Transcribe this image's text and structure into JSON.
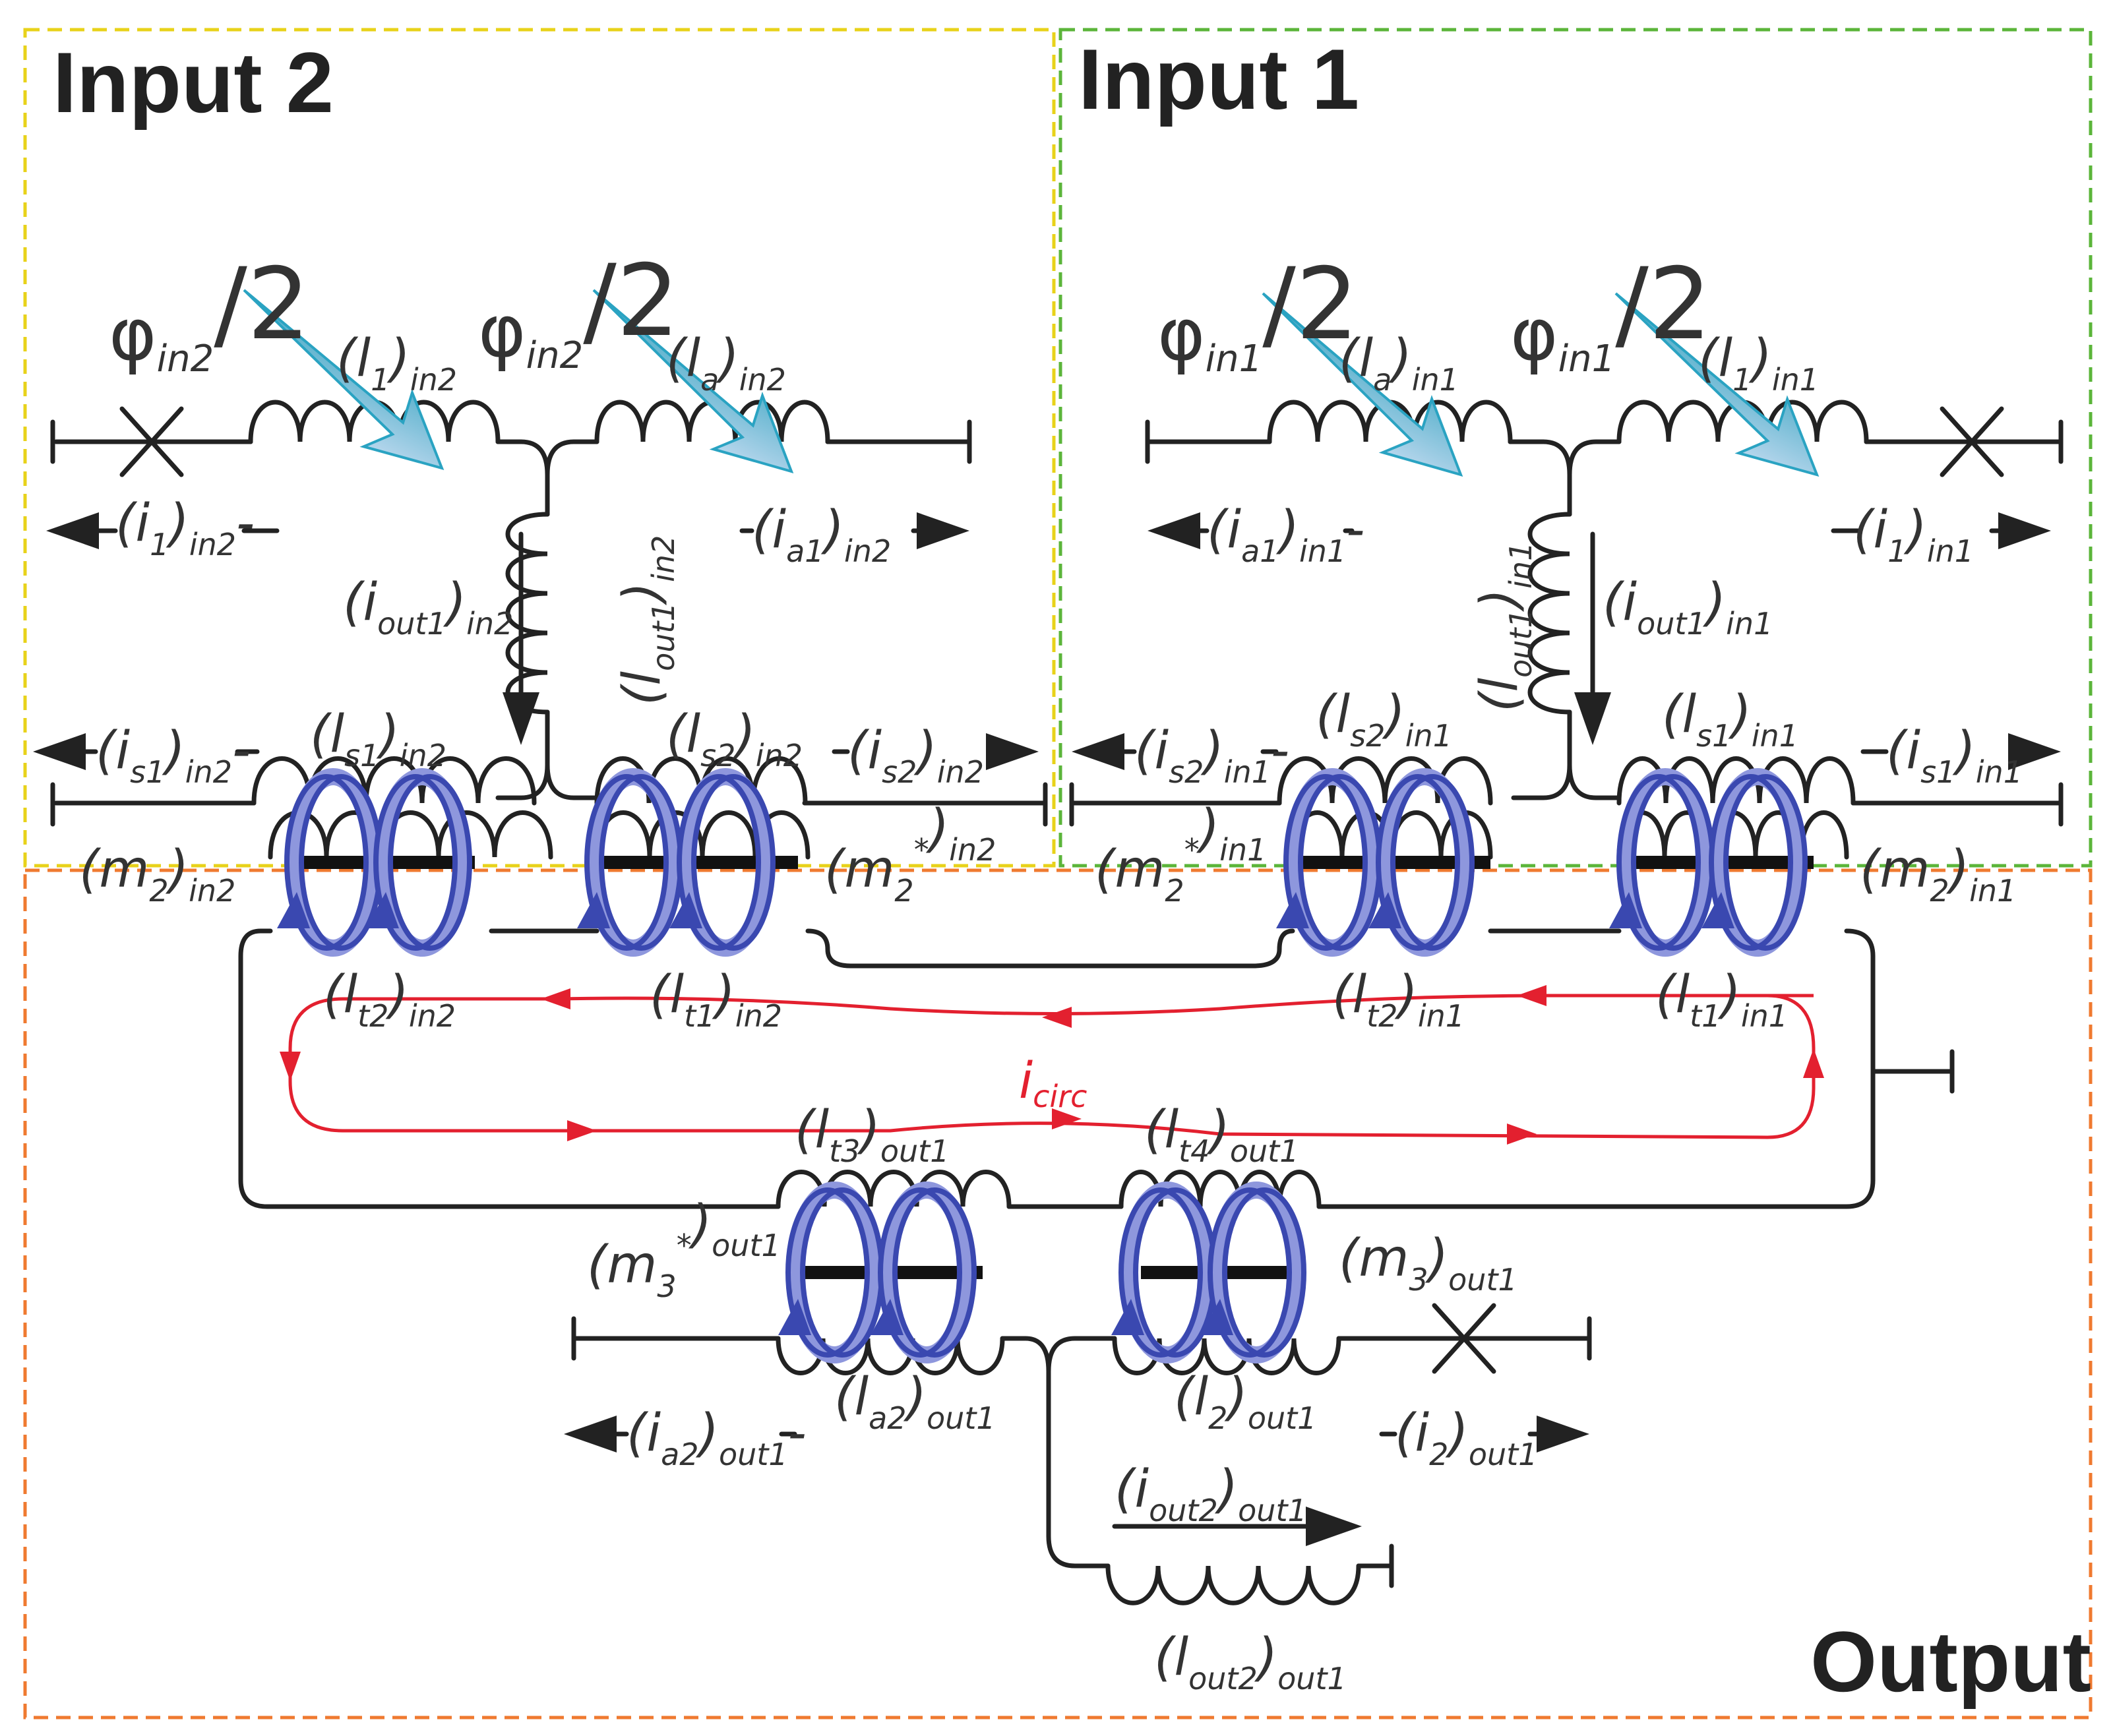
{
  "regions": {
    "input2": {
      "title": "Input 2",
      "color": "#e8d21a"
    },
    "input1": {
      "title": "Input 1",
      "color": "#5bb53a"
    },
    "output": {
      "title": "Output",
      "color": "#ef7a30"
    }
  },
  "phi_labels": {
    "in2_left": {
      "base": "φ",
      "sub": "in2",
      "tail": "/2"
    },
    "in2_right": {
      "base": "φ",
      "sub": "in2",
      "tail": "/2"
    },
    "in1_left": {
      "base": "φ",
      "sub": "in1",
      "tail": "/2"
    },
    "in1_right": {
      "base": "φ",
      "sub": "in1",
      "tail": "/2"
    }
  },
  "inductor_labels": {
    "l1_in2": {
      "inner": "(l",
      "isub": "1",
      "outer": ")",
      "osub": "in2"
    },
    "la_in2": {
      "inner": "(l",
      "isub": "a",
      "outer": ")",
      "osub": "in2"
    },
    "la_in1": {
      "inner": "(l",
      "isub": "a",
      "outer": ")",
      "osub": "in1"
    },
    "l1_in1": {
      "inner": "(l",
      "isub": "1",
      "outer": ")",
      "osub": "in1"
    },
    "lout1_in2": {
      "inner": "(l",
      "isub": "out1",
      "outer": ")",
      "osub": "in2"
    },
    "lout1_in1": {
      "inner": "(l",
      "isub": "out1",
      "outer": ")",
      "osub": "in1"
    },
    "ls1_in2": {
      "inner": "(l",
      "isub": "s1",
      "outer": ")",
      "osub": "in2"
    },
    "ls2_in2": {
      "inner": "(l",
      "isub": "s2",
      "outer": ")",
      "osub": "in2"
    },
    "ls2_in1": {
      "inner": "(l",
      "isub": "s2",
      "outer": ")",
      "osub": "in1"
    },
    "ls1_in1": {
      "inner": "(l",
      "isub": "s1",
      "outer": ")",
      "osub": "in1"
    },
    "lt2_in2": {
      "inner": "(l",
      "isub": "t2",
      "outer": ")",
      "osub": "in2"
    },
    "lt1_in2": {
      "inner": "(l",
      "isub": "t1",
      "outer": ")",
      "osub": "in2"
    },
    "lt2_in1": {
      "inner": "(l",
      "isub": "t2",
      "outer": ")",
      "osub": "in1"
    },
    "lt1_in1": {
      "inner": "(l",
      "isub": "t1",
      "outer": ")",
      "osub": "in1"
    },
    "lt3_out1": {
      "inner": "(l",
      "isub": "t3",
      "outer": ")",
      "osub": "out1"
    },
    "lt4_out1": {
      "inner": "(l",
      "isub": "t4",
      "outer": ")",
      "osub": "out1"
    },
    "la2_out1": {
      "inner": "(l",
      "isub": "a2",
      "outer": ")",
      "osub": "out1"
    },
    "l2_out1": {
      "inner": "(l",
      "isub": "2",
      "outer": ")",
      "osub": "out1"
    },
    "lout2_out1": {
      "inner": "(l",
      "isub": "out2",
      "outer": ")",
      "osub": "out1"
    }
  },
  "current_labels": {
    "i1_in2": {
      "inner": "(i",
      "isub": "1",
      "outer": ")",
      "osub": "in2"
    },
    "ia1_in2": {
      "inner": "(i",
      "isub": "a1",
      "outer": ")",
      "osub": "in2"
    },
    "ia1_in1": {
      "inner": "(i",
      "isub": "a1",
      "outer": ")",
      "osub": "in1"
    },
    "i1_in1": {
      "inner": "(i",
      "isub": "1",
      "outer": ")",
      "osub": "in1"
    },
    "iout1_in2": {
      "inner": "(i",
      "isub": "out1",
      "outer": ")",
      "osub": "in2"
    },
    "iout1_in1": {
      "inner": "(i",
      "isub": "out1",
      "outer": ")",
      "osub": "in1"
    },
    "is1_in2": {
      "inner": "(i",
      "isub": "s1",
      "outer": ")",
      "osub": "in2"
    },
    "is2_in2": {
      "inner": "(i",
      "isub": "s2",
      "outer": ")",
      "osub": "in2"
    },
    "is2_in1": {
      "inner": "(i",
      "isub": "s2",
      "outer": ")",
      "osub": "in1"
    },
    "is1_in1": {
      "inner": "(i",
      "isub": "s1",
      "outer": ")",
      "osub": "in1"
    },
    "ia2_out1": {
      "inner": "(i",
      "isub": "a2",
      "outer": ")",
      "osub": "out1"
    },
    "i2_out1": {
      "inner": "(i",
      "isub": "2",
      "outer": ")",
      "osub": "out1"
    },
    "iout2_out1": {
      "inner": "(i",
      "isub": "out2",
      "outer": ")",
      "osub": "out1"
    }
  },
  "mutual_labels": {
    "m2_in2": {
      "inner": "(m",
      "isub": "2",
      "star": "",
      "outer": ")",
      "osub": "in2"
    },
    "m2s_in2": {
      "inner": "(m",
      "isub": "2",
      "star": "*",
      "outer": ")",
      "osub": "in2"
    },
    "m2s_in1": {
      "inner": "(m",
      "isub": "2",
      "star": "*",
      "outer": ")",
      "osub": "in1"
    },
    "m2_in1": {
      "inner": "(m",
      "isub": "2",
      "star": "",
      "outer": ")",
      "osub": "in1"
    },
    "m3s_out1": {
      "inner": "(m",
      "isub": "3",
      "star": "*",
      "outer": ")",
      "osub": "out1"
    },
    "m3_out1": {
      "inner": "(m",
      "isub": "3",
      "star": "",
      "outer": ")",
      "osub": "out1"
    }
  },
  "circ_label": {
    "base": "i",
    "sub": "circ",
    "color": "#e3202f"
  },
  "colors": {
    "ring_light": "#8e97dd",
    "ring_dark": "#3a48b0",
    "flux_arrow": "#2aa3c2",
    "circ": "#e3202f"
  }
}
